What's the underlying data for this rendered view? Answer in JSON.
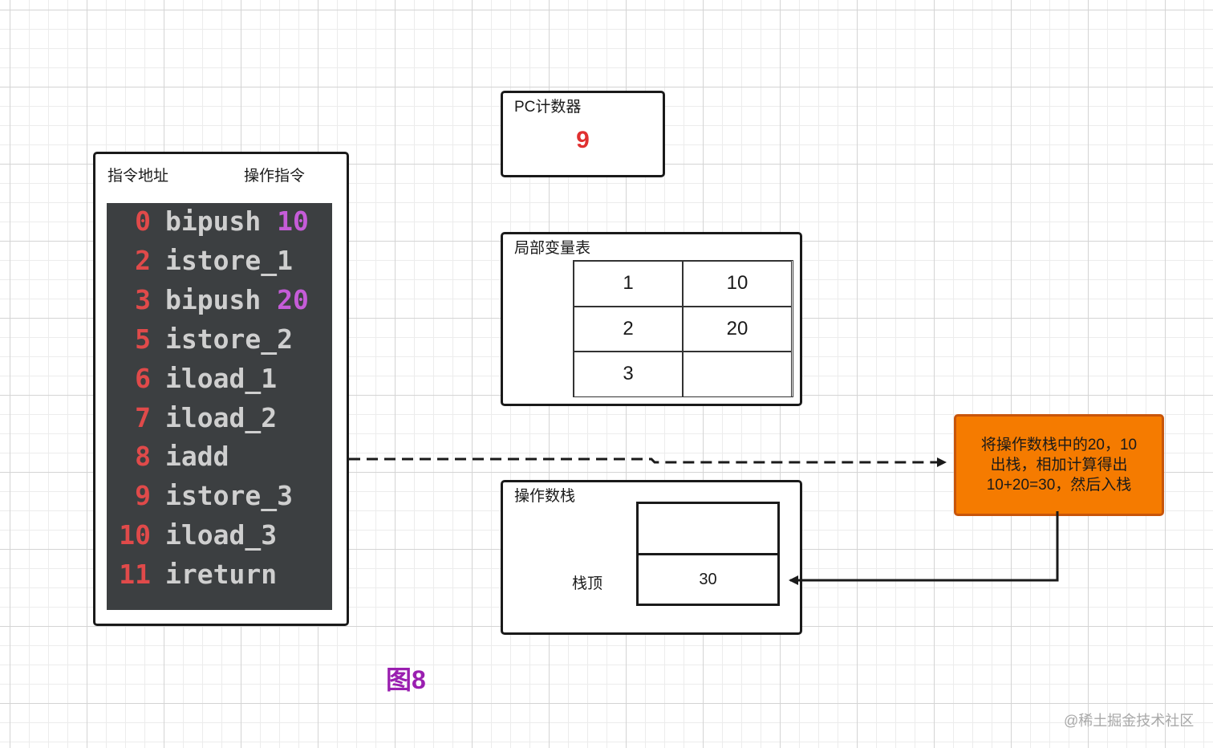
{
  "instructions": {
    "header_address": "指令地址",
    "header_op": "操作指令",
    "lines": [
      {
        "addr": "0",
        "op": "bipush",
        "arg": "10"
      },
      {
        "addr": "2",
        "op": "istore_1",
        "arg": ""
      },
      {
        "addr": "3",
        "op": "bipush",
        "arg": "20"
      },
      {
        "addr": "5",
        "op": "istore_2",
        "arg": ""
      },
      {
        "addr": "6",
        "op": "iload_1",
        "arg": ""
      },
      {
        "addr": "7",
        "op": "iload_2",
        "arg": ""
      },
      {
        "addr": "8",
        "op": "iadd",
        "arg": ""
      },
      {
        "addr": "9",
        "op": "istore_3",
        "arg": ""
      },
      {
        "addr": "10",
        "op": "iload_3",
        "arg": ""
      },
      {
        "addr": "11",
        "op": "ireturn",
        "arg": ""
      }
    ]
  },
  "pc_counter": {
    "title": "PC计数器",
    "value": "9"
  },
  "local_variable_table": {
    "title": "局部变量表",
    "rows": [
      {
        "index": "1",
        "value": "10"
      },
      {
        "index": "2",
        "value": "20"
      },
      {
        "index": "3",
        "value": ""
      }
    ]
  },
  "operand_stack": {
    "title": "操作数栈",
    "top_label": "栈顶",
    "slots": [
      "",
      "30"
    ]
  },
  "note": {
    "lines": [
      "将操作数栈中的20，10",
      "出栈，相加计算得出",
      "10+20=30，然后入栈"
    ]
  },
  "figure_label": "图8",
  "watermark": "@稀土掘金技术社区",
  "colors": {
    "note_fill": "#f57b00",
    "pc_value": "#e03030",
    "code_bg": "#3c3f41",
    "figure_label": "#9a1fb0"
  }
}
